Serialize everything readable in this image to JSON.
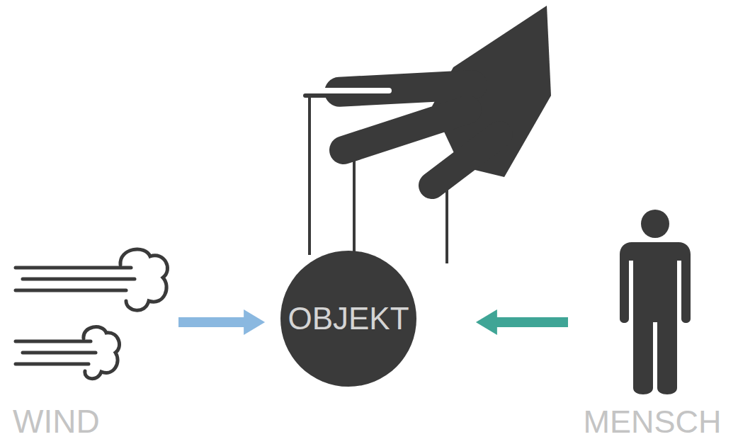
{
  "diagram": {
    "nodes": [
      {
        "text": [
          "WIND"
        ]
      },
      {
        "text": [
          "OBJEKT"
        ]
      },
      {
        "text": [
          "MENSCH"
        ]
      }
    ],
    "edges": [
      {
        "from": 0,
        "to": 1,
        "arrow": "to"
      },
      {
        "from": 2,
        "to": 1,
        "arrow": "to"
      }
    ]
  }
}
